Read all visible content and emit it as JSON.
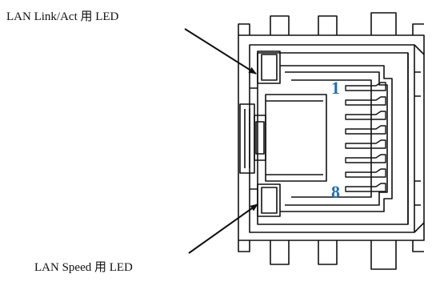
{
  "labels": {
    "link_act_led": "LAN Link/Act 用 LED",
    "speed_led": "LAN Speed 用 LED",
    "pin_first": "1",
    "pin_last": "8"
  },
  "colors": {
    "pin_label": "#1f6fb8",
    "line": "#111111"
  },
  "pin_count": 8
}
